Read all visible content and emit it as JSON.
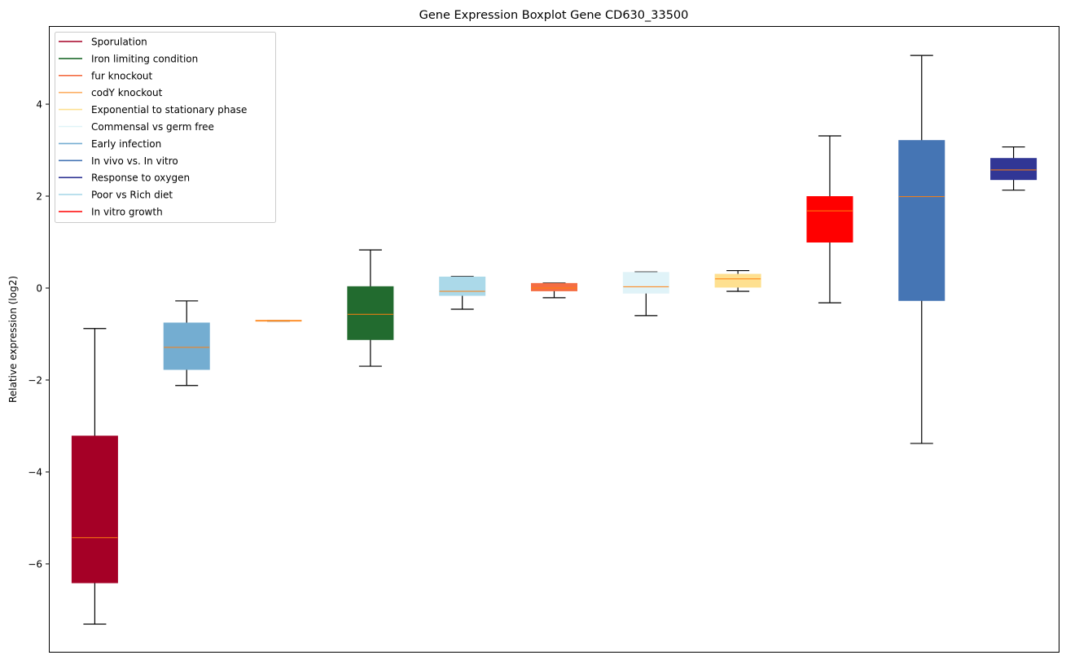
{
  "chart_data": {
    "type": "box",
    "title": "Gene Expression Boxplot Gene CD630_33500",
    "xlabel": "",
    "ylabel": "Relative expression (log2)",
    "ylim": [
      -7.93,
      5.7
    ],
    "yticks": [
      4,
      2,
      0,
      -2,
      -4,
      -6
    ],
    "ytick_labels": [
      "4",
      "2",
      "0",
      "−2",
      "−4",
      "−6"
    ],
    "grid": false,
    "legend_position": "top-left",
    "median_color": "#ff7f0e",
    "legend": [
      {
        "label": "Sporulation",
        "color": "#a50026"
      },
      {
        "label": "Iron limiting condition",
        "color": "#226b2f"
      },
      {
        "label": "fur knockout",
        "color": "#f46d43"
      },
      {
        "label": "codY knockout",
        "color": "#fdae61"
      },
      {
        "label": "Exponential to stationary phase",
        "color": "#fee090"
      },
      {
        "label": "Commensal vs germ free",
        "color": "#e0f3f8"
      },
      {
        "label": "Early infection",
        "color": "#74add1"
      },
      {
        "label": "In vivo vs. In vitro",
        "color": "#4575b4"
      },
      {
        "label": "Response to oxygen",
        "color": "#313695"
      },
      {
        "label": "Poor vs Rich diet",
        "color": "#abd9e9"
      },
      {
        "label": "In vitro growth",
        "color": "#ff0000"
      }
    ],
    "boxes": [
      {
        "name": "Sporulation",
        "color": "#a50026",
        "whislo": -7.31,
        "q1": -6.41,
        "med": -5.43,
        "q3": -3.22,
        "whishi": -0.88
      },
      {
        "name": "Early infection",
        "color": "#74add1",
        "whislo": -2.12,
        "q1": -1.77,
        "med": -1.29,
        "q3": -0.76,
        "whishi": -0.28
      },
      {
        "name": "codY knockout",
        "color": "#fdae61",
        "whislo": -0.72,
        "q1": -0.72,
        "med": -0.71,
        "q3": -0.7,
        "whishi": -0.7
      },
      {
        "name": "Iron limiting condition",
        "color": "#226b2f",
        "whislo": -1.7,
        "q1": -1.12,
        "med": -0.57,
        "q3": 0.03,
        "whishi": 0.83
      },
      {
        "name": "Poor vs Rich diet",
        "color": "#abd9e9",
        "whislo": -0.46,
        "q1": -0.16,
        "med": -0.07,
        "q3": 0.24,
        "whishi": 0.25
      },
      {
        "name": "fur knockout",
        "color": "#f46d43",
        "whislo": -0.21,
        "q1": -0.06,
        "med": 0.0,
        "q3": 0.1,
        "whishi": 0.11
      },
      {
        "name": "Commensal vs germ free",
        "color": "#e0f3f8",
        "whislo": -0.6,
        "q1": -0.11,
        "med": 0.03,
        "q3": 0.34,
        "whishi": 0.35
      },
      {
        "name": "Exponential to stationary phase",
        "color": "#fee090",
        "whislo": -0.07,
        "q1": 0.02,
        "med": 0.2,
        "q3": 0.3,
        "whishi": 0.38
      },
      {
        "name": "In vitro growth",
        "color": "#ff0000",
        "whislo": -0.32,
        "q1": 1.0,
        "med": 1.68,
        "q3": 1.99,
        "whishi": 3.31
      },
      {
        "name": "In vivo vs. In vitro",
        "color": "#4575b4",
        "whislo": -3.38,
        "q1": -0.27,
        "med": 1.99,
        "q3": 3.21,
        "whishi": 5.06
      },
      {
        "name": "Response to oxygen",
        "color": "#313695",
        "whislo": 2.13,
        "q1": 2.36,
        "med": 2.57,
        "q3": 2.82,
        "whishi": 3.07
      }
    ]
  }
}
